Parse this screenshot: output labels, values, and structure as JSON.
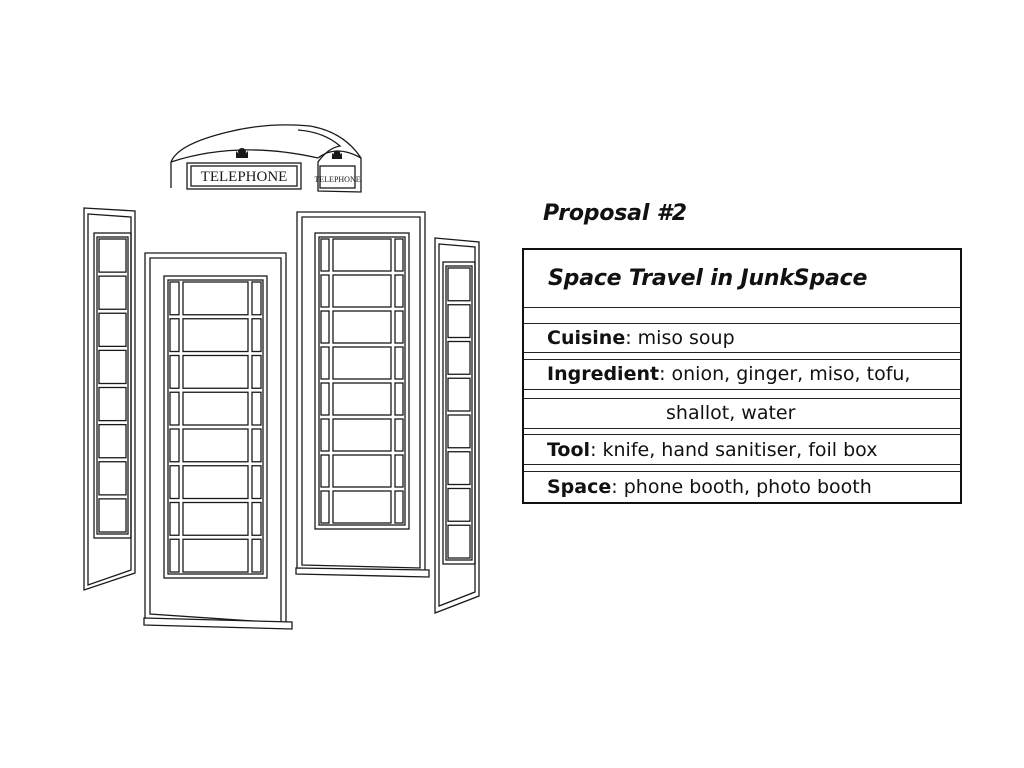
{
  "illustration": {
    "sign_main": "TELEPHONE",
    "sign_side": "TELEPHONE",
    "crown_icon": "crown-icon"
  },
  "proposal": {
    "heading": "Proposal #2",
    "card_title": "Space Travel in JunkSpace",
    "rows": [
      {
        "label": "Cuisine",
        "sep": ": ",
        "value": "miso soup"
      },
      {
        "label": "Ingredient",
        "sep": ": ",
        "value": "onion, ginger, miso, tofu,"
      },
      {
        "label": "",
        "sep": "",
        "value": "shallot, water"
      },
      {
        "label": "Tool",
        "sep": ": ",
        "value": "knife, hand sanitiser, foil box"
      },
      {
        "label": "Space",
        "sep": ": ",
        "value": "phone booth, photo booth"
      }
    ]
  }
}
